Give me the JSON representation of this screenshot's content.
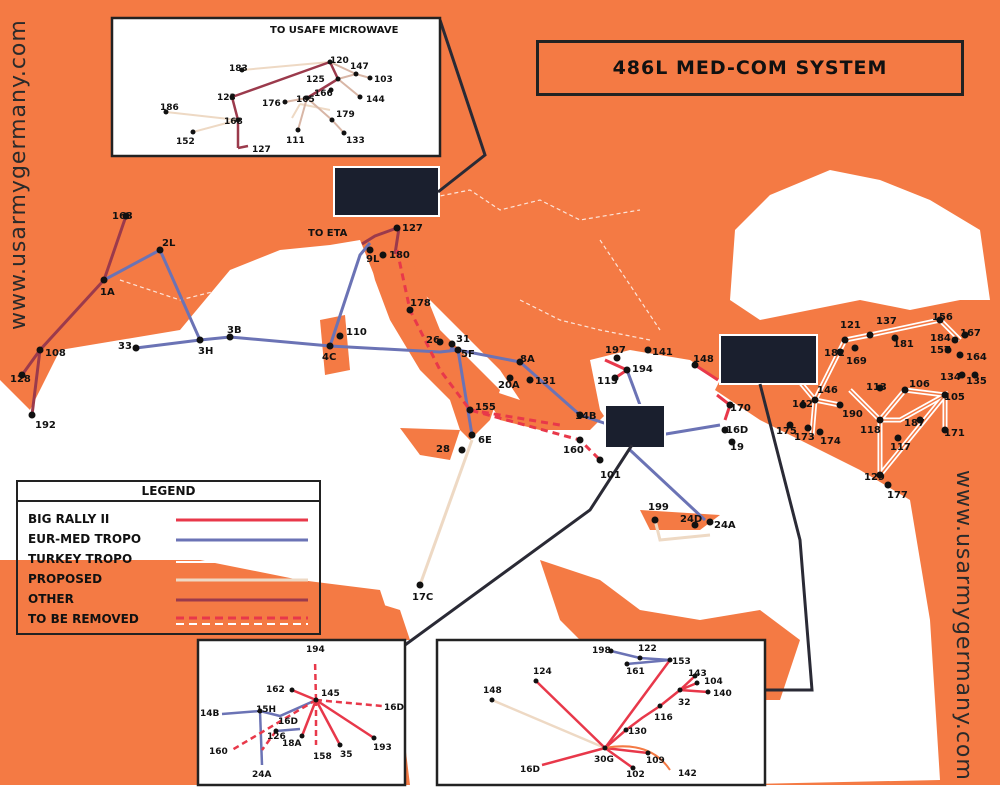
{
  "title": "486L MED-COM SYSTEM",
  "watermarks": {
    "left": "www.usarmygermany.com",
    "right": "www.usarmygermany.com"
  },
  "legend": {
    "heading": "LEGEND",
    "items": [
      {
        "label": "BIG RALLY II",
        "style": "solid-red",
        "color": "#e8384a"
      },
      {
        "label": "EUR-MED TROPO",
        "style": "solid-blue",
        "color": "#6b73b5"
      },
      {
        "label": "TURKEY TROPO",
        "style": "double-white",
        "color": "#ffffff"
      },
      {
        "label": "PROPOSED",
        "style": "solid-beige",
        "color": "#eed9c4"
      },
      {
        "label": "OTHER",
        "style": "solid-purple",
        "color": "#9b3a4c"
      },
      {
        "label": "TO BE REMOVED",
        "style": "dashed",
        "color": "#e8384a"
      }
    ]
  },
  "colors": {
    "land": "#f47a44",
    "sea": "#ffffff",
    "red": "#e8384a",
    "blue": "#6b73b5",
    "purple": "#9b3a4c",
    "beige": "#eed9c4",
    "border": "#222222"
  },
  "map_labels": [
    "163",
    "2L",
    "1A",
    "108",
    "128",
    "192",
    "33",
    "3H",
    "3B",
    "110",
    "4C",
    "9L",
    "180",
    "127",
    "TO ETA",
    "178",
    "26",
    "31",
    "5F",
    "8A",
    "20A",
    "131",
    "155",
    "28",
    "6E",
    "17C",
    "197",
    "141",
    "115",
    "194",
    "148",
    "170",
    "16D",
    "19",
    "14B",
    "160",
    "101",
    "199",
    "24D",
    "24A",
    "121",
    "137",
    "156",
    "167",
    "182",
    "169",
    "181",
    "184",
    "157",
    "164",
    "134",
    "135",
    "146",
    "142",
    "190",
    "175",
    "173",
    "174",
    "113",
    "106",
    "105",
    "118",
    "187",
    "171",
    "117",
    "129",
    "177"
  ],
  "insets": {
    "top": {
      "caption": "TO USAFE MICROWAVE",
      "labels": [
        "183",
        "120",
        "147",
        "125",
        "166",
        "103",
        "186",
        "123",
        "176",
        "165",
        "144",
        "168",
        "179",
        "152",
        "127",
        "111",
        "133"
      ]
    },
    "bottom_left": {
      "labels": [
        "194",
        "162",
        "145",
        "16D",
        "14B",
        "15H",
        "16D",
        "126",
        "18A",
        "160",
        "158",
        "35",
        "193",
        "24A"
      ]
    },
    "bottom_right": {
      "labels": [
        "198",
        "122",
        "153",
        "161",
        "143",
        "104",
        "124",
        "140",
        "32",
        "148",
        "116",
        "130",
        "16D",
        "30G",
        "109",
        "102",
        "142"
      ]
    }
  }
}
